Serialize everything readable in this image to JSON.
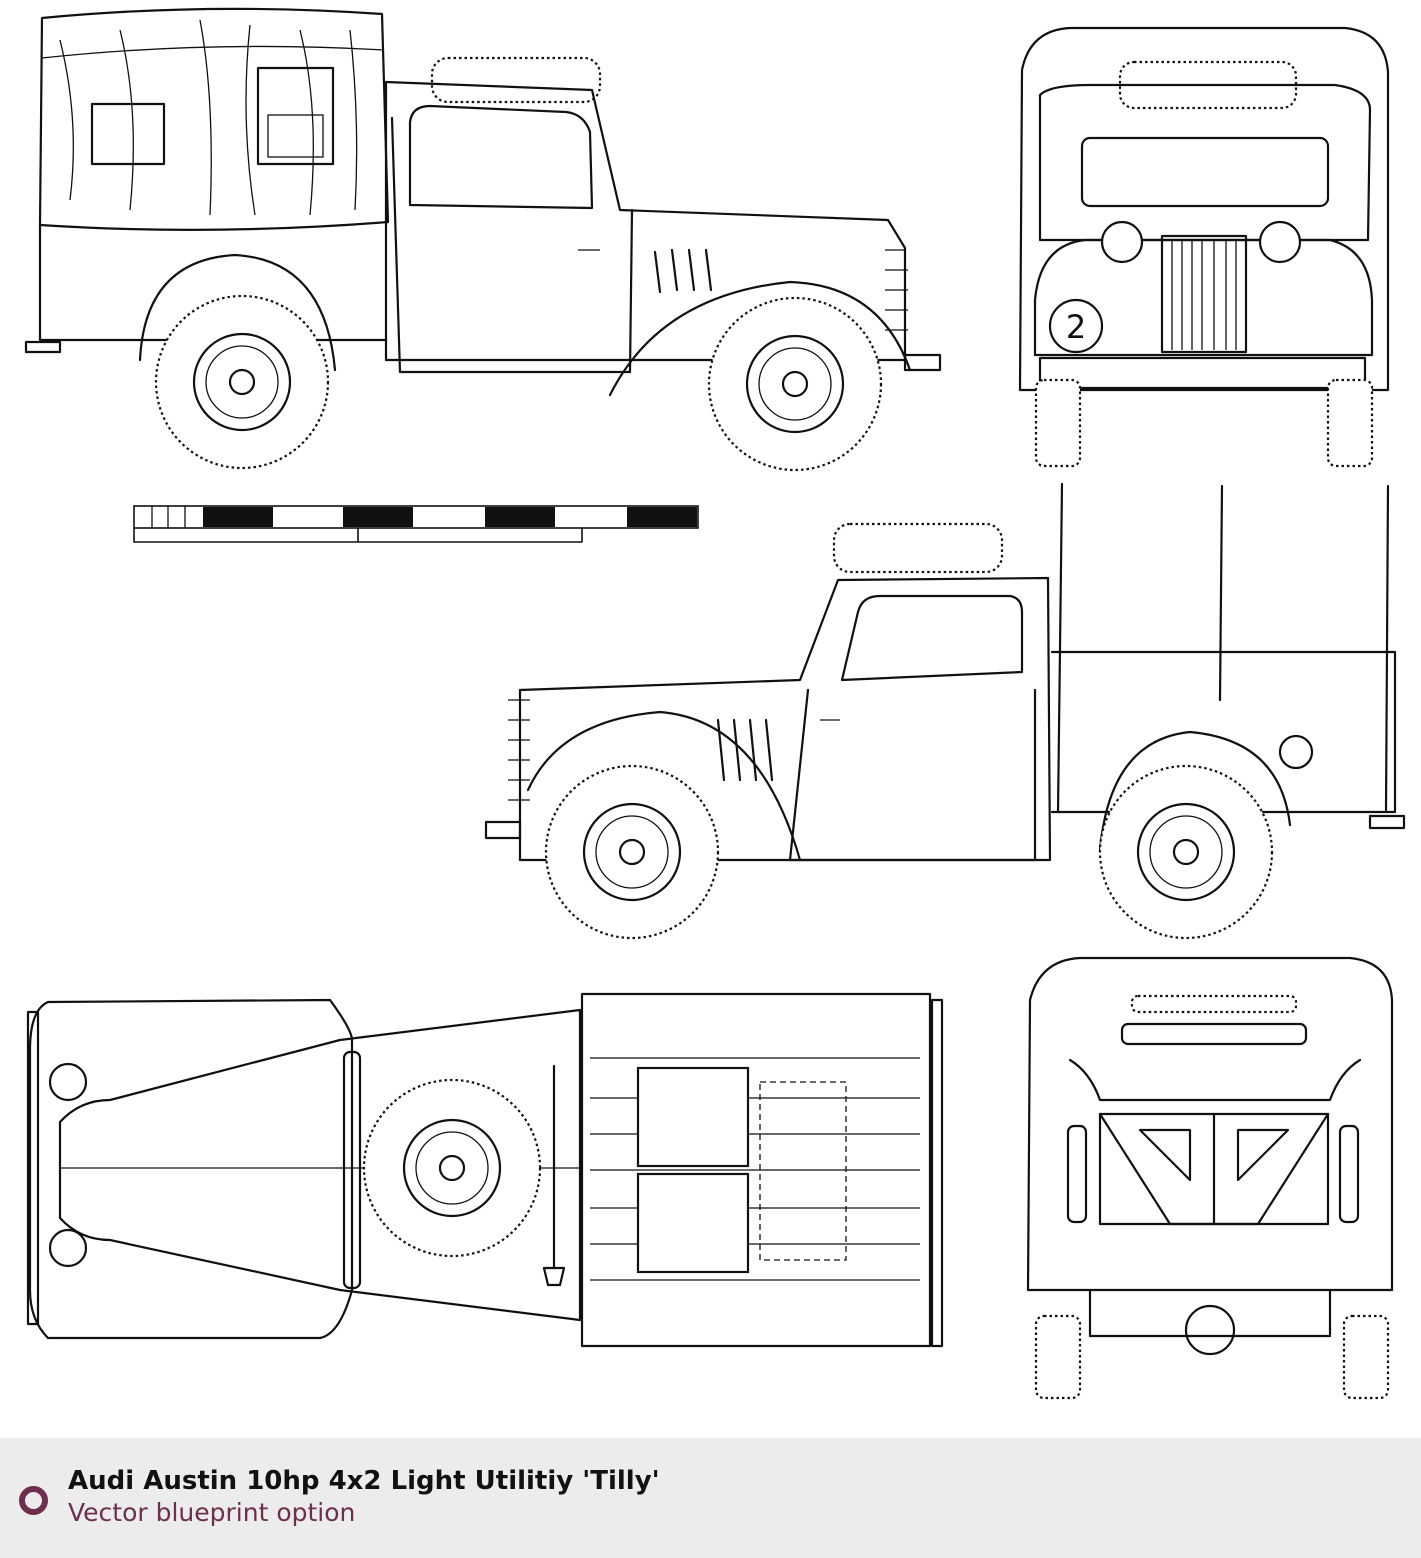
{
  "caption": {
    "title": "Audi Austin 10hp 4x2 Light Utilitiy 'Tilly'",
    "subtitle": "Vector blueprint option",
    "accent_color": "#6e2e4e",
    "background_color": "#ececec"
  },
  "drawing": {
    "front_number": "2",
    "views": [
      "side-left-canvas-top",
      "front",
      "scale-bar",
      "side-right-open",
      "top",
      "rear"
    ]
  }
}
